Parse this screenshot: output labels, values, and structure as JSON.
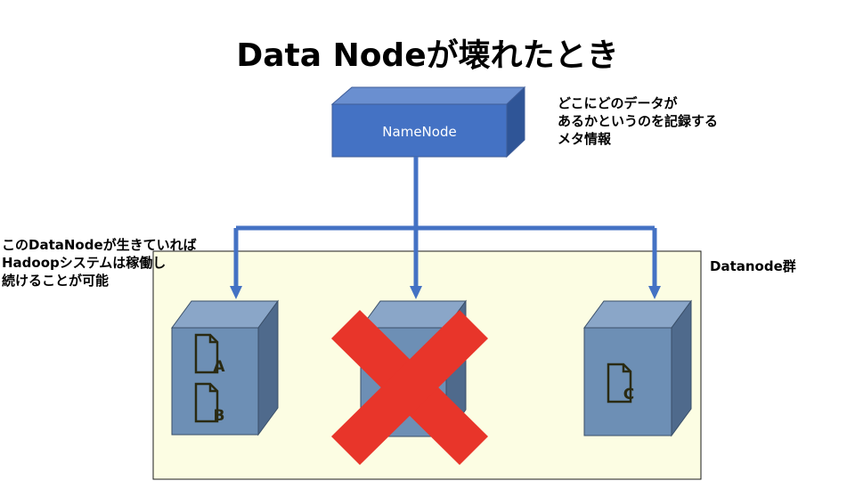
{
  "slide": {
    "title": "Data Nodeが壊れたとき"
  },
  "namenode": {
    "label": "NameNode",
    "note_lines": [
      "どこにどのデータが",
      "あるかというのを記録する",
      "メタ情報"
    ]
  },
  "cluster": {
    "label": "Datanode群",
    "note_lines": [
      "このDataNodeが生きていれば",
      "Hadoopシステムは稼働し",
      "続けることが可能"
    ]
  },
  "datanodes": [
    {
      "files": [
        "A",
        "B"
      ],
      "failed": false
    },
    {
      "files": [],
      "failed": true
    },
    {
      "files": [
        "C"
      ],
      "failed": false
    }
  ],
  "colors": {
    "namenode_fill": "#4472c4",
    "datanode_fill": "#6d8fb5",
    "connector": "#4472c4",
    "cluster_fill": "#fcfde3",
    "failure_mark": "#e8352a",
    "file_icon": "#2a2a12"
  }
}
